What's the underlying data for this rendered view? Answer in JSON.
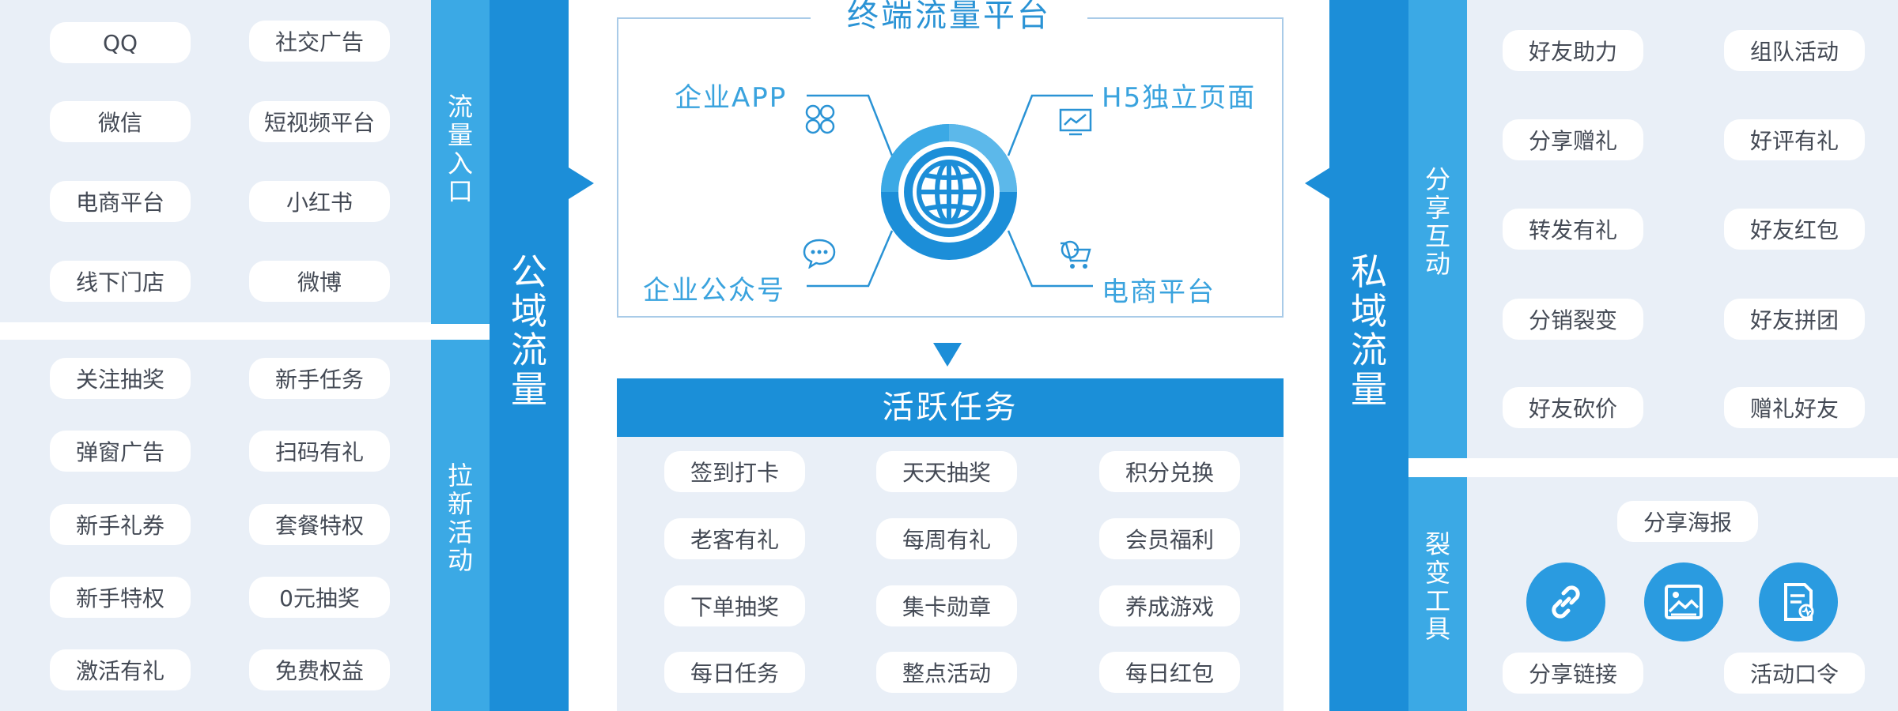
{
  "colors": {
    "band_dark": "#1c8ed8",
    "band_light": "#3ba9e5",
    "panel_bg": "#e9eff7",
    "accent_text": "#3aa3de",
    "header_bg": "#1b8fd8"
  },
  "left": {
    "top_pills": [
      [
        "QQ",
        "社交广告"
      ],
      [
        "微信",
        "短视频平台"
      ],
      [
        "电商平台",
        "小红书"
      ],
      [
        "线下门店",
        "微博"
      ]
    ],
    "bottom_pills": [
      [
        "关注抽奖",
        "新手任务"
      ],
      [
        "弹窗广告",
        "扫码有礼"
      ],
      [
        "新手礼券",
        "套餐特权"
      ],
      [
        "新手特权",
        "0元抽奖"
      ],
      [
        "激活有礼",
        "免费权益"
      ]
    ],
    "band_top": "流量入口",
    "band_bottom": "拉新活动",
    "band_main": "公域流量"
  },
  "center": {
    "title": "终端流量平台",
    "nodes": {
      "top_left": "企业APP",
      "bottom_left": "企业公众号",
      "top_right": "H5独立页面",
      "bottom_right": "电商平台"
    },
    "icons": {
      "top_left": "app-grid-icon",
      "bottom_left": "chat-bubble-icon",
      "top_right": "monitor-chart-icon",
      "bottom_right": "cart-icon",
      "center": "globe-icon"
    },
    "tasks_title": "活跃任务",
    "tasks": [
      [
        "签到打卡",
        "天天抽奖",
        "积分兑换"
      ],
      [
        "老客有礼",
        "每周有礼",
        "会员福利"
      ],
      [
        "下单抽奖",
        "集卡勋章",
        "养成游戏"
      ],
      [
        "每日任务",
        "整点活动",
        "每日红包"
      ]
    ]
  },
  "right": {
    "band_main": "私域流量",
    "band_top": "分享互动",
    "band_bottom": "裂变工具",
    "top_pills": [
      [
        "好友助力",
        "组队活动"
      ],
      [
        "分享赠礼",
        "好评有礼"
      ],
      [
        "转发有礼",
        "好友红包"
      ],
      [
        "分销裂变",
        "好友拼团"
      ],
      [
        "好友砍价",
        "赠礼好友"
      ]
    ],
    "share_poster": "分享海报",
    "share_link": "分享链接",
    "activity_code": "活动口令",
    "tool_icons": [
      "link-icon",
      "poster-icon",
      "document-icon"
    ]
  }
}
